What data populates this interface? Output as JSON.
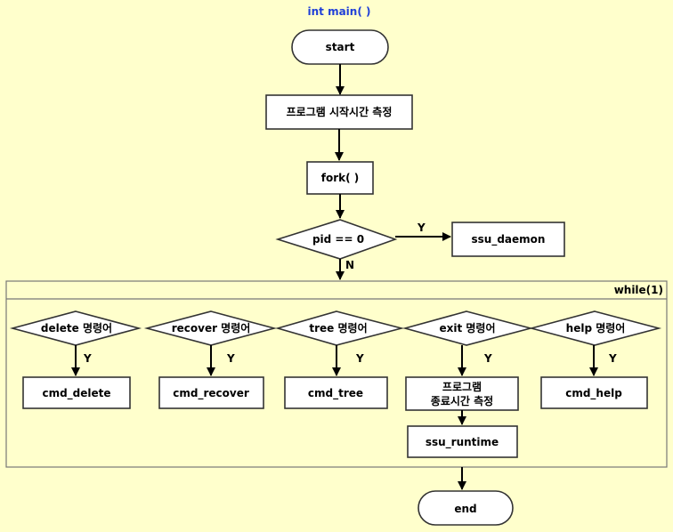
{
  "diagram": {
    "title": "int main( )",
    "start_label": "start",
    "measure_start_label": "프로그램 시작시간 측정",
    "fork_label": "fork( )",
    "pid_check_label": "pid == 0",
    "yes_label": "Y",
    "no_label": "N",
    "daemon_label": "ssu_daemon",
    "loop_label": "while(1)",
    "conditions": [
      {
        "label": "delete 명령어",
        "action": "cmd_delete"
      },
      {
        "label": "recover 명령어",
        "action": "cmd_recover"
      },
      {
        "label": "tree 명령어",
        "action": "cmd_tree"
      },
      {
        "label": "exit 명령어",
        "action_line1": "프로그램",
        "action_line2": "종료시간 측정"
      },
      {
        "label": "help 명령어",
        "action": "cmd_help"
      }
    ],
    "runtime_label": "ssu_runtime",
    "end_label": "end"
  }
}
